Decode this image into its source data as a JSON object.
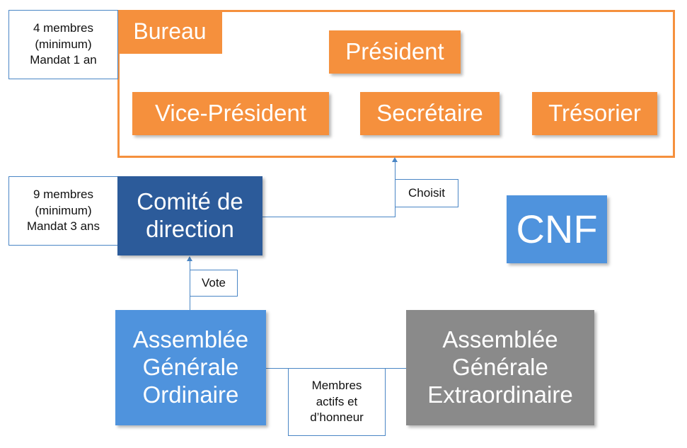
{
  "bureau": {
    "title": "Bureau",
    "note": "4 membres\n(minimum)\nMandat 1 an",
    "president": "Président",
    "vice_president": "Vice-Président",
    "secretaire": "Secrétaire",
    "tresorier": "Trésorier"
  },
  "comite": {
    "label": "Comité de\ndirection",
    "note": "9 membres\n(minimum)\nMandat 3 ans"
  },
  "edges": {
    "choisit": "Choisit",
    "vote": "Vote",
    "membres": "Membres\nactifs et\nd’honneur"
  },
  "cnf": "CNF",
  "ago": "Assemblée\nGénérale\nOrdinaire",
  "age": "Assemblée\nGénérale\nExtraordinaire",
  "colors": {
    "orange": "#F5903D",
    "dark_blue": "#2C5B9A",
    "mid_blue": "#4F93DD",
    "gray": "#8A8A8A",
    "connector": "#4A86C5"
  }
}
